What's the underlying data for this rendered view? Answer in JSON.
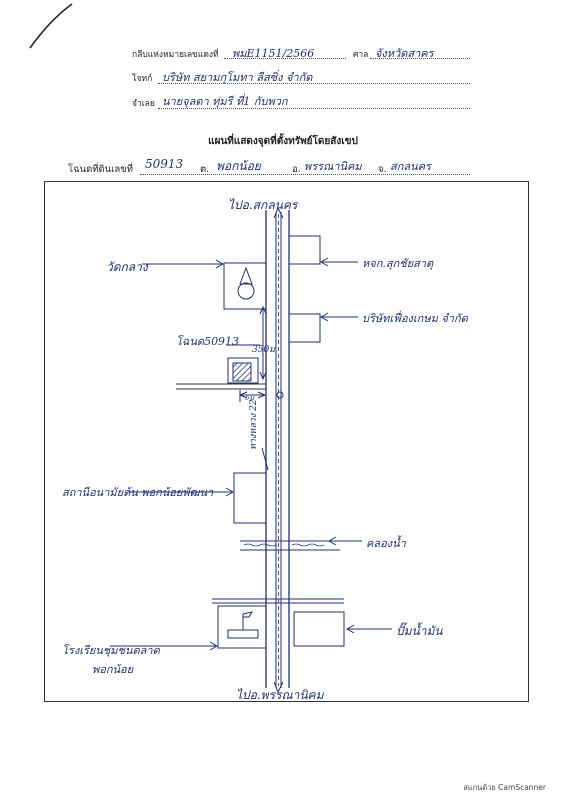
{
  "header": {
    "deed_label": "กลีบแห่งหมายเลขแดงที่",
    "deed_value": "พมE1151/2566",
    "court_label": "ศาล",
    "court_value": "จังหวัดสาคร",
    "plaintiff_label": "โจทก์",
    "plaintiff_value": "บริษัท สยามกุโมทา ลีสซิ่ง จำกัด",
    "defendant_label": "จำเลย",
    "defendant_value": "นายจุลดา ทุ่มรี ที่1 กับพวก"
  },
  "title": "แผนที่แสดงจุดที่ตั้งทรัพย์โดยสังเขป",
  "land": {
    "deed_no_label": "โฉนดที่ดินเลขที่",
    "deed_no_value": "50913",
    "tambon_label": "ต.",
    "tambon_value": "พอกน้อย",
    "amphoe_label": "อ.",
    "amphoe_value": "พรรณานิคม",
    "province_label": "จ.",
    "province_value": "สกลนคร"
  },
  "map": {
    "road_top": "ไปอ.สกลนคร",
    "road_bottom": "ไปอ.พรรณานิคม",
    "road_name": "ทางหลวง 22",
    "temple": "วัดกลาง",
    "shop": "หจก.สุกชัยสาตุ",
    "company": "บริษัทเฟื่องเกษม จำกัด",
    "plot": "โฉนด50913",
    "distance": "350ม",
    "small_distance": "5ม",
    "health_center": "สถานีอนามัยต้น พอกน้อยพัฒนา",
    "canal": "คลองน้ำ",
    "school_line1": "โรงเรียนชุมชนตลาด",
    "school_line2": "พอกน้อย",
    "gas_station": "ปั๊มน้ำมัน"
  },
  "footer": "สแกนด้วย CamScanner"
}
